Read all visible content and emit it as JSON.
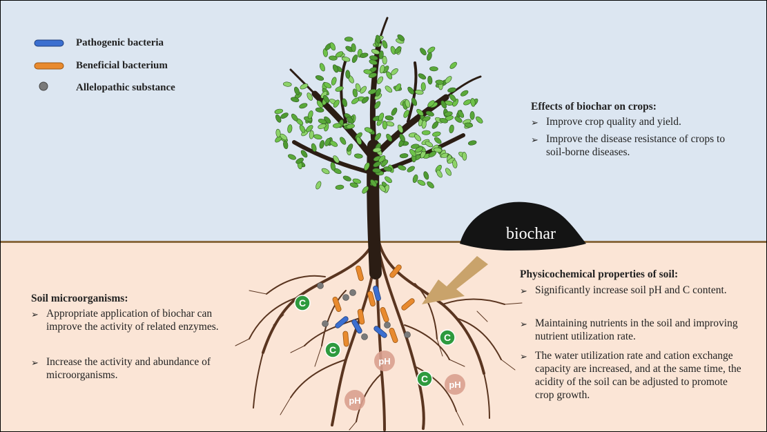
{
  "legend": {
    "items": [
      {
        "label": "Pathogenic bacteria",
        "icon": "blue-bacterium-icon",
        "color": "#3b6fd0"
      },
      {
        "label": "Beneficial bacterium",
        "icon": "orange-bacterium-icon",
        "color": "#e88a2e"
      },
      {
        "label": "Allelopathic substance",
        "icon": "gray-sphere-icon",
        "color": "#7a7a7a"
      }
    ]
  },
  "crops": {
    "heading": "Effects of biochar on crops:",
    "bullets": [
      "Improve crop quality and yield.",
      "Improve the disease resistance of crops to soil-borne diseases."
    ]
  },
  "biochar": {
    "label": "biochar"
  },
  "soil_microorganisms": {
    "heading": "Soil microorganisms:",
    "bullets": [
      "Appropriate application of biochar can improve the activity of related enzymes.",
      "Increase the activity and abundance of microorganisms."
    ]
  },
  "physicochemical": {
    "heading": "Physicochemical properties of soil:",
    "bullets": [
      "Significantly increase soil pH and C content.",
      "Maintaining nutrients in the soil and improving nutrient utilization rate.",
      "The water utilization rate and cation exchange capacity are increased, and at the same time, the acidity of the soil can be adjusted to promote crop growth."
    ]
  },
  "markers": {
    "carbon": "C",
    "ph": "pH",
    "bullet_glyph": "➢"
  },
  "colors": {
    "sky": "#dce6f1",
    "soil": "#fbe5d6",
    "ground_line": "#8a6a3f",
    "carbon_marker": "#2e9a3e",
    "ph_marker": "#d9a08f",
    "leaf": "#6fc24a",
    "trunk": "#2b1d14",
    "root": "#5a3520",
    "arrow": "#c9a36b"
  }
}
